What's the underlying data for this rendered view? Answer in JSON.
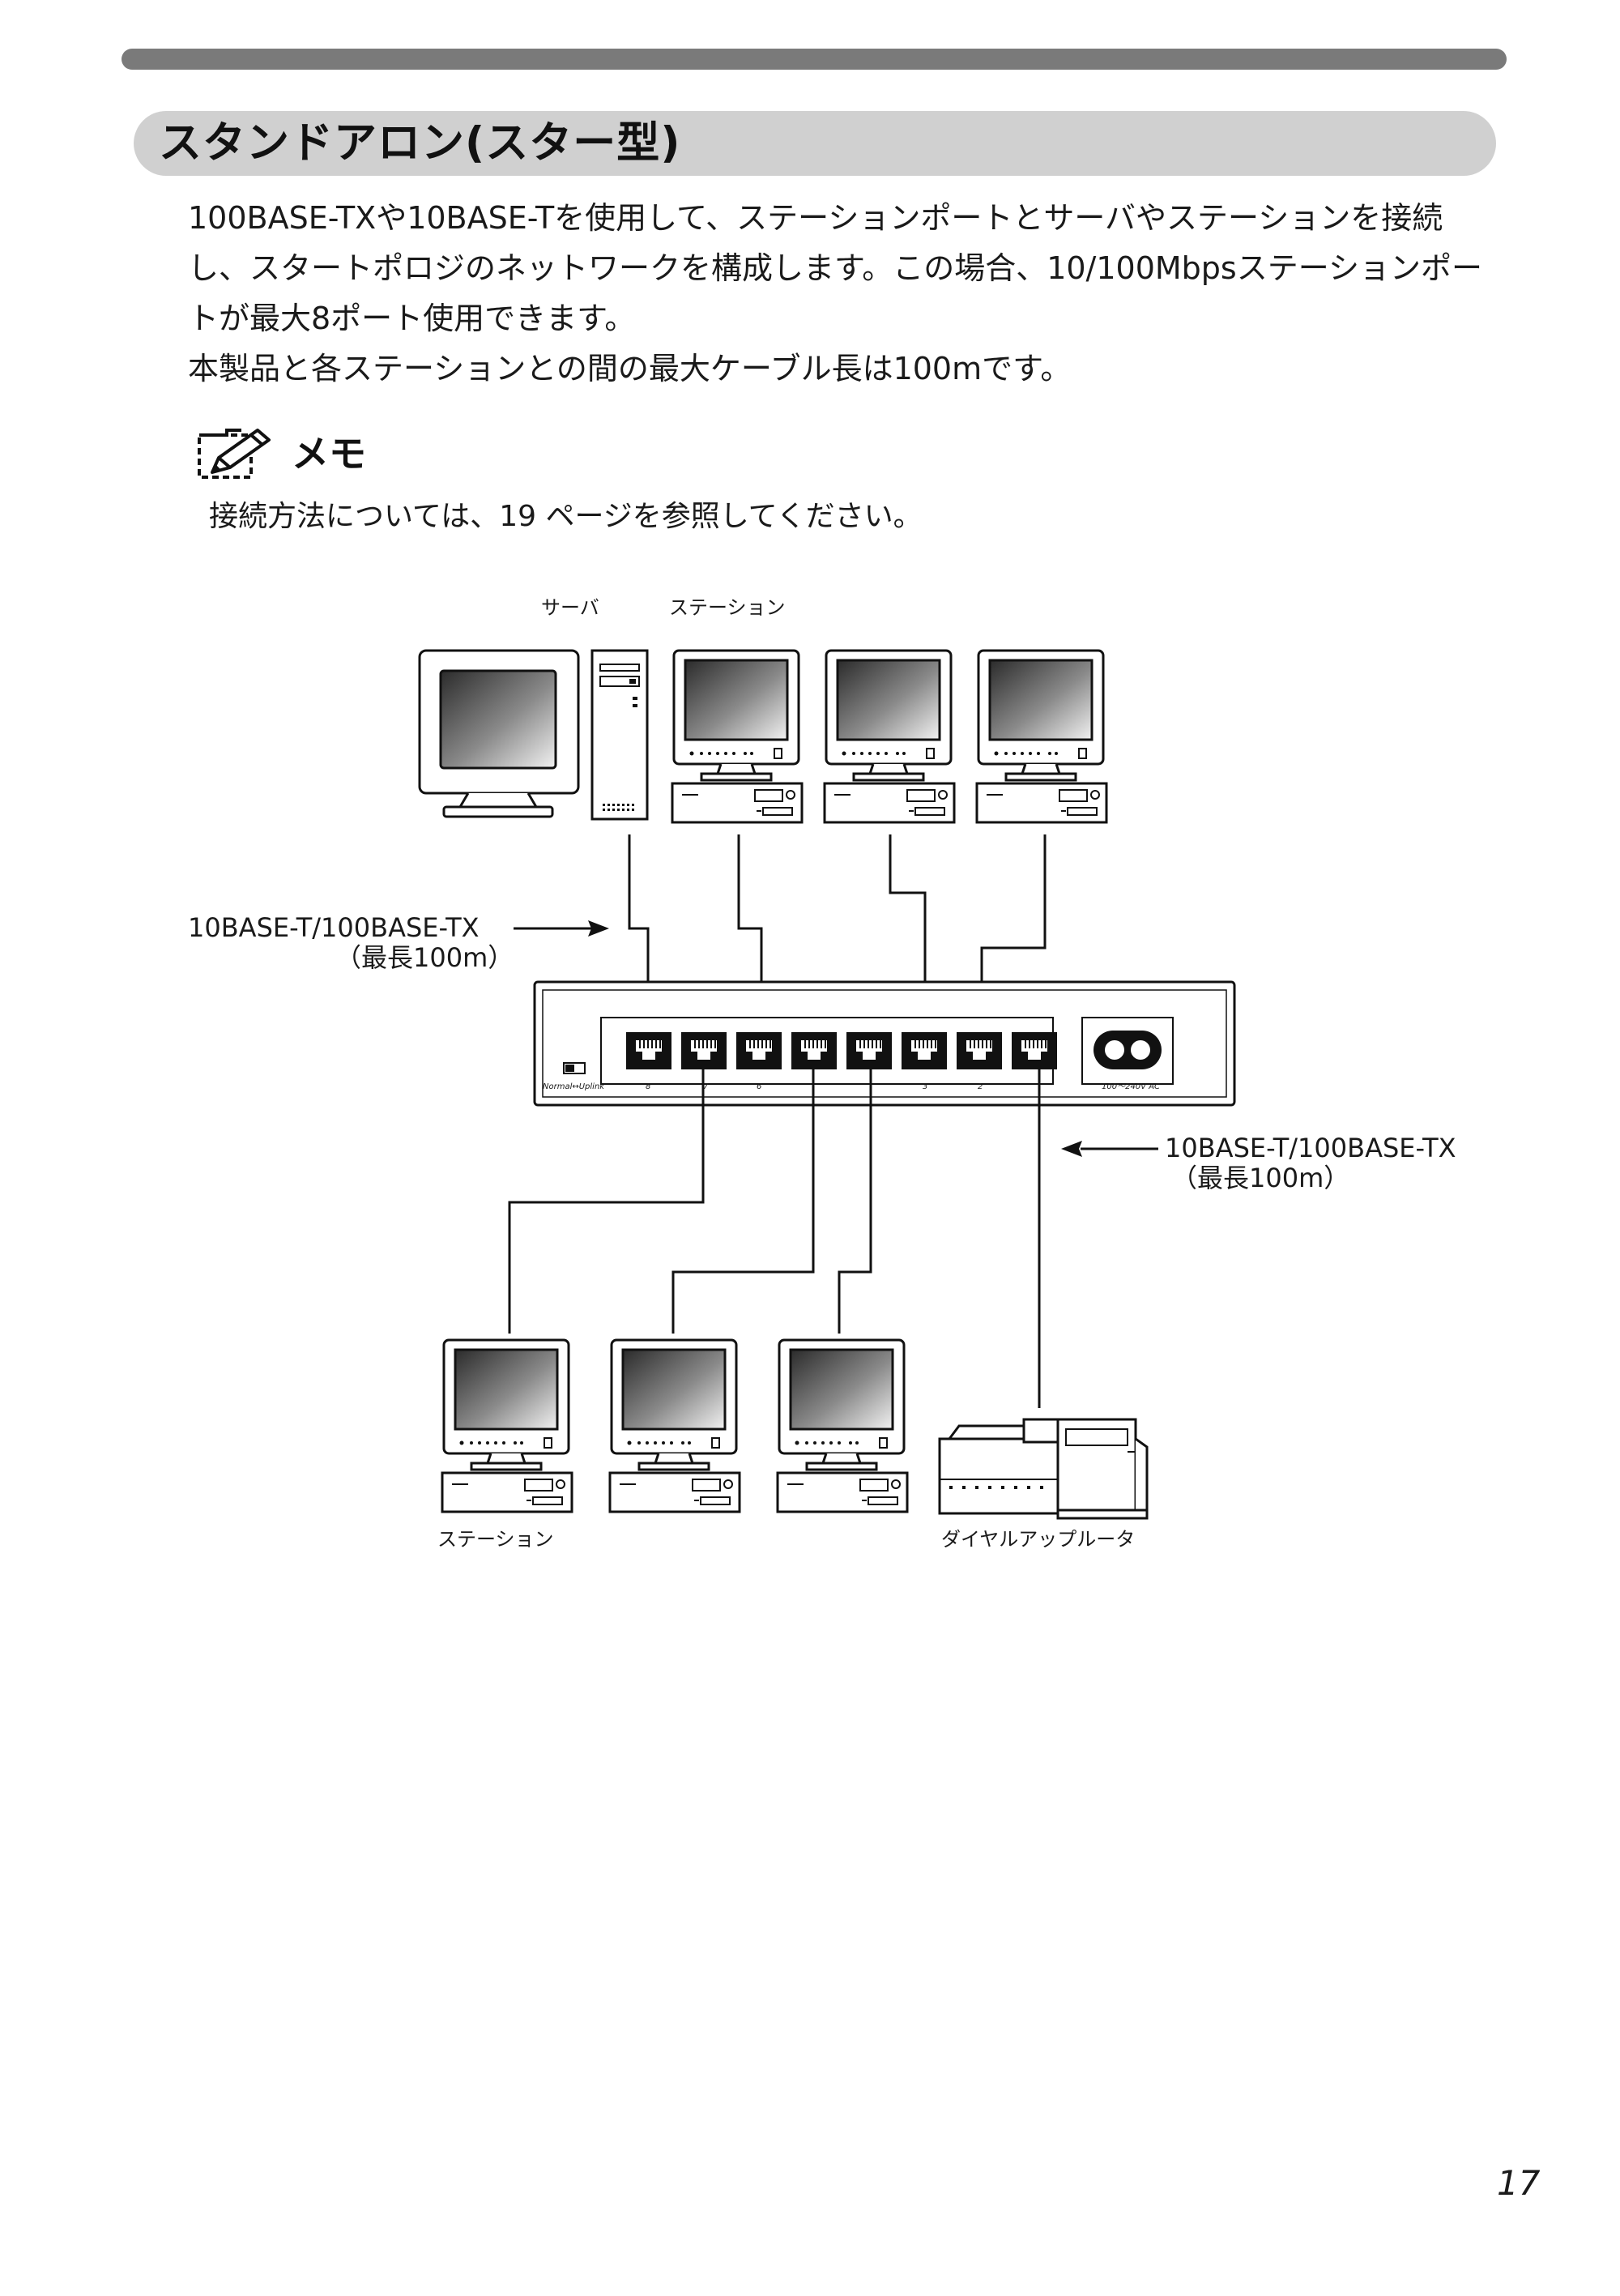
{
  "heading": "スタンドアロン(スター型)",
  "body": {
    "paragraph1": "100BASE-TXや10BASE-Tを使用して、ステーションポートとサーバやステーションを接続し、スタートポロジのネットワークを構成します。この場合、10/100Mbpsステーションポートが最大8ポート使用できます。",
    "paragraph2": "本製品と各ステーションとの間の最大ケーブル長は100mです。"
  },
  "memo": {
    "label": "メモ",
    "icon": "memo-pencil-icon",
    "text": "接続方法については、19 ページを参照してください。"
  },
  "diagram": {
    "label_server": "サーバ",
    "label_station_top": "ステーション",
    "label_station_bottom": "ステーション",
    "label_router": "ダイヤルアップルータ",
    "cable_left_line1": "10BASE-T/100BASE-TX",
    "cable_left_line2": "（最長100m）",
    "cable_right_line1": "10BASE-T/100BASE-TX",
    "cable_right_line2": "（最長100m）",
    "hub": {
      "switch_label": "Normal↔Uplink",
      "port_8": "8",
      "port_7": "7",
      "port_6": "6",
      "port_3": "3",
      "port_2": "2",
      "power_label": "100〜240V AC"
    }
  },
  "page_number": "17"
}
